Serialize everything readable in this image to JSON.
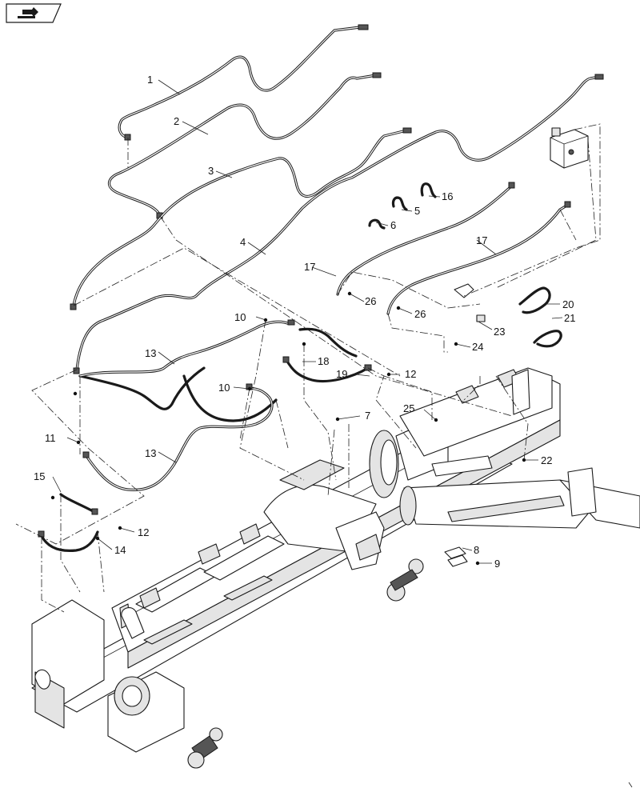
{
  "nav": {
    "icon": "page-return-icon"
  },
  "callouts": {
    "c1": "1",
    "c2": "2",
    "c3": "3",
    "c4": "4",
    "c5": "5",
    "c6": "6",
    "c7": "7",
    "c8": "8",
    "c9": "9",
    "c10a": "10",
    "c10b": "10",
    "c11": "11",
    "c12a": "12",
    "c12b": "12",
    "c13a": "13",
    "c13b": "13",
    "c14": "14",
    "c15": "15",
    "c16": "16",
    "c17a": "17",
    "c17b": "17",
    "c18": "18",
    "c19": "19",
    "c20": "20",
    "c21": "21",
    "c22": "22",
    "c23": "23",
    "c24": "24",
    "c25": "25",
    "c26a": "26",
    "c26b": "26"
  }
}
